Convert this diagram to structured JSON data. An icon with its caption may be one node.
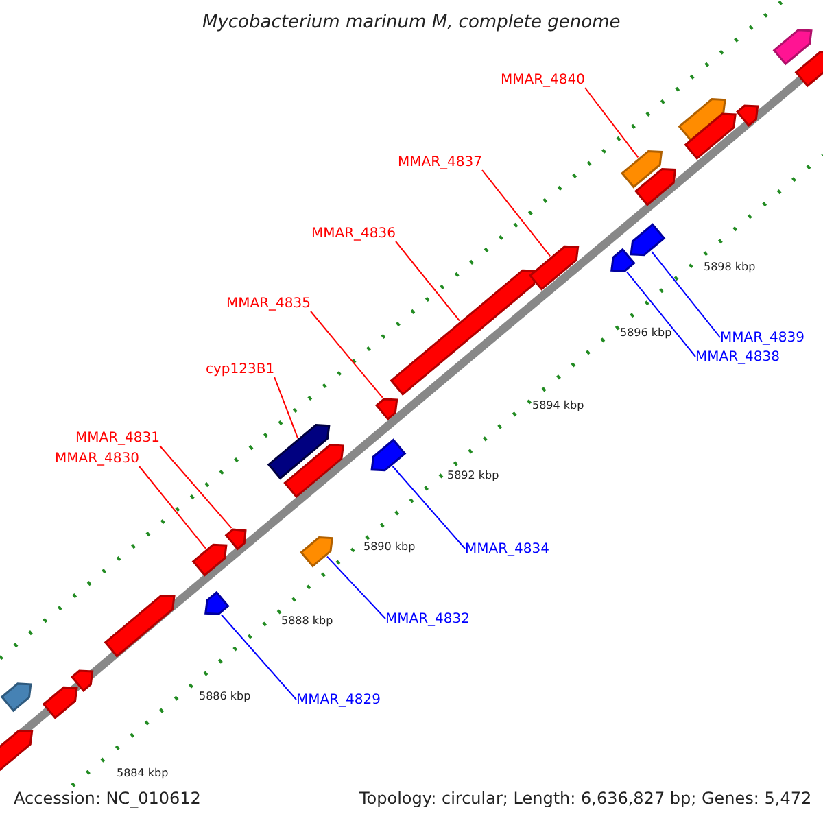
{
  "diagram": {
    "title": "Mycobacterium marinum M, complete genome",
    "nodes": [
      {
        "text": [
          "MMAR_4840"
        ]
      },
      {
        "text": [
          "MMAR_4837"
        ]
      },
      {
        "text": [
          "MMAR_4836"
        ]
      },
      {
        "text": [
          "MMAR_4835"
        ]
      },
      {
        "text": [
          "MMAR_4839"
        ]
      },
      {
        "text": [
          "MMAR_4838"
        ]
      },
      {
        "text": [
          "cyp123B1"
        ]
      },
      {
        "text": [
          "MMAR_4831"
        ]
      },
      {
        "text": [
          "MMAR_4830"
        ]
      },
      {
        "text": [
          "MMAR_4834"
        ]
      },
      {
        "text": [
          "MMAR_4832"
        ]
      },
      {
        "text": [
          "MMAR_4829"
        ]
      },
      {
        "text": [],
        "shape": "bar"
      },
      {
        "text": [],
        "shape": "bar"
      },
      {
        "text": [],
        "shape": "bar"
      },
      {
        "text": [],
        "shape": "bar"
      },
      {
        "text": [],
        "shape": "bar"
      },
      {
        "text": [],
        "shape": "bar"
      },
      {
        "text": [],
        "shape": "bar"
      },
      {
        "text": [],
        "shape": "bar"
      },
      {
        "text": [],
        "shape": "bar"
      },
      {
        "text": [],
        "shape": "bar"
      },
      {
        "text": [],
        "shape": "bar"
      },
      {
        "text": [],
        "shape": "bar"
      },
      {
        "text": [],
        "shape": "bar"
      },
      {
        "text": [],
        "shape": "bar"
      },
      {
        "text": [],
        "shape": "bar"
      },
      {
        "text": [],
        "shape": "bar"
      },
      {
        "text": [],
        "shape": "bar"
      },
      {
        "text": [],
        "shape": "bar"
      },
      {
        "text": [],
        "shape": "bar"
      },
      {
        "text": [],
        "shape": "bar"
      },
      {
        "text": [],
        "shape": "bar"
      },
      {
        "text": [],
        "shape": "bar"
      },
      {
        "text": [],
        "shape": "bar"
      },
      {
        "text": [],
        "shape": "bar"
      }
    ],
    "edges": [
      {
        "from": 0,
        "to": 28,
        "arrow": "none"
      },
      {
        "from": 1,
        "to": 26,
        "arrow": "none"
      },
      {
        "from": 2,
        "to": 25,
        "arrow": "none"
      },
      {
        "from": 3,
        "to": 24,
        "arrow": "none"
      },
      {
        "from": 4,
        "to": 29,
        "arrow": "none",
        "color": "#0000ff"
      },
      {
        "from": 5,
        "to": 27,
        "arrow": "none",
        "color": "#0000ff"
      },
      {
        "from": 6,
        "to": 20,
        "arrow": "none"
      },
      {
        "from": 7,
        "to": 19,
        "arrow": "none"
      },
      {
        "from": 8,
        "to": 17,
        "arrow": "none"
      },
      {
        "from": 9,
        "to": 23,
        "arrow": "none",
        "color": "#0000ff"
      },
      {
        "from": 10,
        "to": 22,
        "arrow": "none",
        "color": "#0000ff"
      },
      {
        "from": 11,
        "to": 18,
        "arrow": "none",
        "color": "#0000ff"
      }
    ],
    "labels": [
      "5898 kbp",
      "5896 kbp",
      "5894 kbp",
      "5892 kbp",
      "5890 kbp",
      "5888 kbp",
      "5886 kbp",
      "5884 kbp",
      "Accession: NC_010612",
      "Topology: circular; Length: 6,636,827 bp; Genes: 5,472"
    ]
  }
}
